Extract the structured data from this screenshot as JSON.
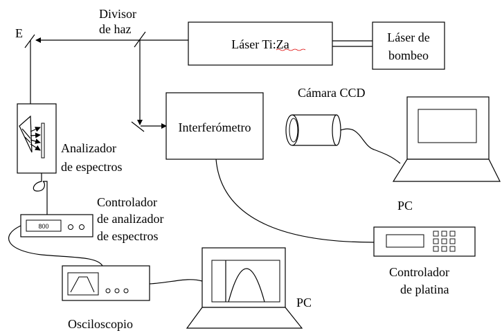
{
  "labels": {
    "mirror_e": "E",
    "beam_splitter_1": "Divisor",
    "beam_splitter_2": "de haz",
    "ti_sapphire_laser": "Láser Ti:Za",
    "pump_laser_1": "Láser de",
    "pump_laser_2": "bombeo",
    "interferometer": "Interferómetro",
    "ccd_camera": "Cámara CCD",
    "spectrum_analyzer_1": "Analizador",
    "spectrum_analyzer_2": "de espectros",
    "analyzer_controller_1": "Controlador",
    "analyzer_controller_2": "de analizador",
    "analyzer_controller_3": "de espectros",
    "controller_display": "800",
    "pc_top": "PC",
    "stage_controller_1": "Controlador",
    "stage_controller_2": "de platina",
    "pc_bottom": "PC",
    "oscilloscope": "Osciloscopio"
  }
}
